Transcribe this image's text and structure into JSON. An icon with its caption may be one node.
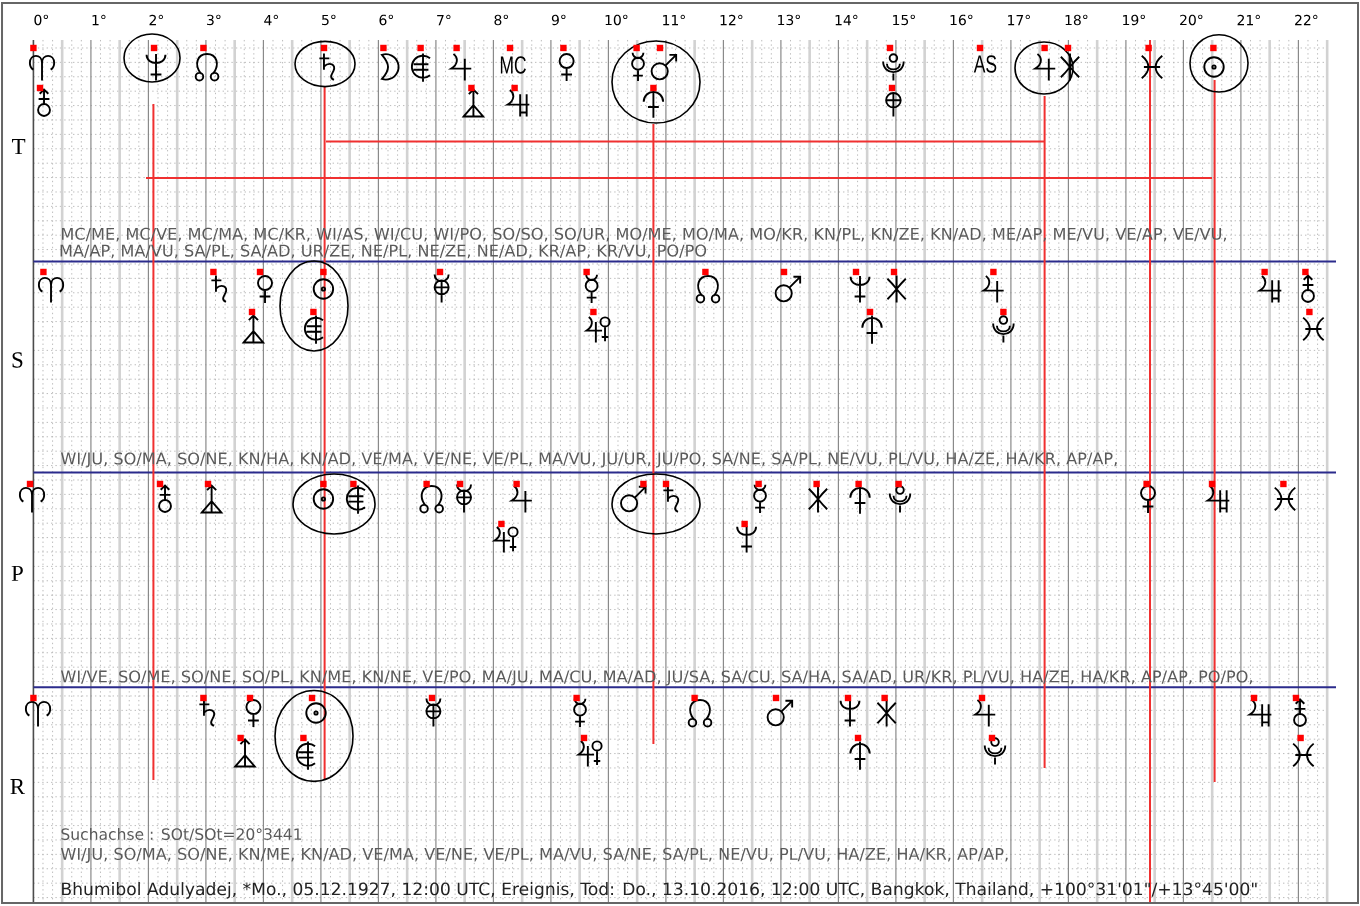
{
  "diagram": {
    "labels": [
      "0°",
      "1°",
      "2°",
      "3°",
      "4°",
      "5°",
      "6°",
      "7°",
      "8°",
      "9°",
      "10°",
      "11°",
      "12°",
      "13°",
      "14°",
      "15°",
      "16°",
      "17°",
      "18°",
      "19°",
      "20°",
      "21°",
      "22°",
      "MC",
      "AS",
      "T",
      "MC/ME, MC/VE, MC/MA, MC/KR, WI/AS, WI/CU, WI/PO, SO/SO, SO/UR, MO/ME, MO/MA, MO/KR, KN/PL, KN/ZE, KN/AD, ME/AP, ME/VU, VE/AP, VE/VU,",
      "MA/AP, MA/VU, SA/PL, SA/AD, UR/ZE, NE/PL, NE/ZE, NE/AD, KR/AP, KR/VU, PO/PO",
      "S",
      "WI/JU, SO/MA, SO/NE, KN/HA, KN/AD, VE/MA, VE/NE, VE/PL, MA/VU, JU/UR, JU/PO, SA/NE, SA/PL, NE/VU, PL/VU, HA/ZE, HA/KR, AP/AP,",
      "P",
      "WI/VE, SO/ME, SO/NE, SO/PL, KN/ME, KN/NE, VE/PO, MA/JU, MA/CU, MA/AD, JU/SA, SA/CU, SA/HA, SA/AD, UR/KR, PL/VU, HA/ZE, HA/KR, AP/AP, PO/PO,",
      "R",
      "Suchachse : SOt/SOt=20°3441",
      "WI/JU, SO/MA, SO/NE, KN/ME, KN/AD, VE/MA, VE/NE, VE/PL, MA/VU, SA/NE, SA/PL, NE/VU, PL/VU, HA/ZE, HA/KR, AP/AP,",
      "Bhumibol Adulyadej, *Mo., 05.12.1927, 12:00 UTC, Ereignis, Tod: Do., 13.10.2016, 12:00 UTC, Bangkok, Thailand, +100°31'01\"/+13°45'00\""
    ]
  }
}
